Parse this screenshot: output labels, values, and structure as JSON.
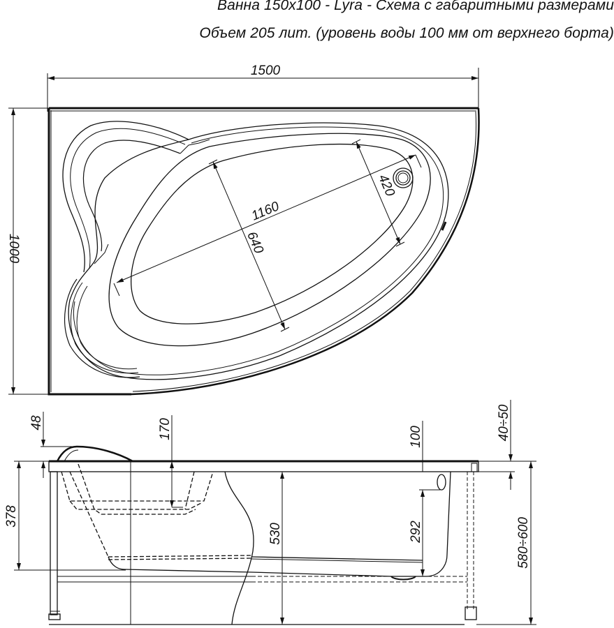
{
  "title": {
    "line1": "Ванна 150х100 - Lyra - Схема с габаритными размерами",
    "line2": "Объем 205 лит. (уровень воды 100 мм от верхнего борта)"
  },
  "plan_view": {
    "width_label": "1500",
    "depth_label": "1000",
    "inner_length_label": "1160",
    "inner_width_label": "640",
    "foot_width_label": "420"
  },
  "side_view": {
    "headrest_height_label": "48",
    "seat_depth_label": "170",
    "water_level_label": "100",
    "rim_thickness_label": "40÷50",
    "frame_height_label": "378",
    "inner_depth_label": "530",
    "overflow_to_bottom_label": "292",
    "total_height_label": "580÷600"
  },
  "colors": {
    "line": "#111111",
    "background": "#ffffff"
  }
}
